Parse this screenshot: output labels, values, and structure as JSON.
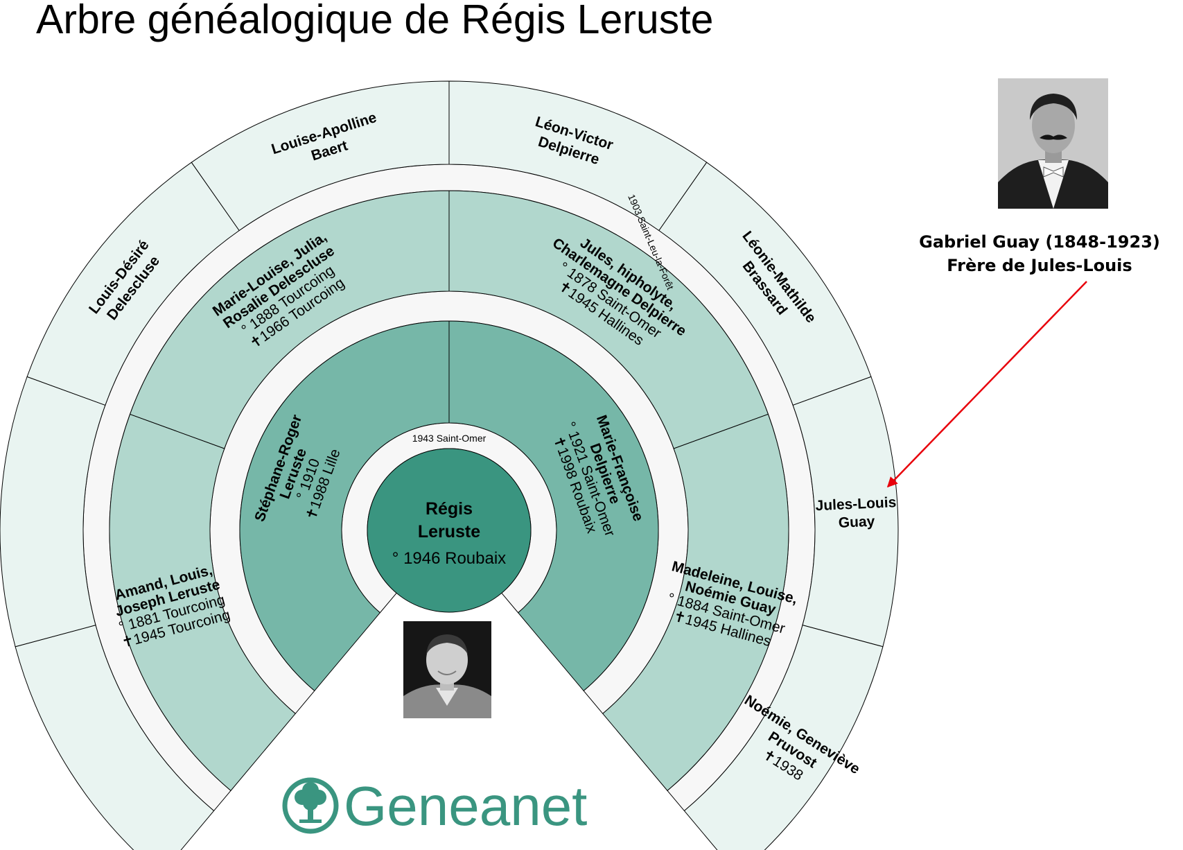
{
  "title": "Arbre généalogique de Régis Leruste",
  "colors": {
    "center": "#3a9580",
    "gen1": "#76b7a8",
    "gen2": "#b1d7cd",
    "gen3": "#e9f4f1",
    "gap_ring": "#f7f7f7",
    "outline": "#000000",
    "arrow": "#e8000b",
    "brand": "#3a9580"
  },
  "root": {
    "name_line1": "Régis",
    "name_line2": "Leruste",
    "birth": "° 1946 Roubaix"
  },
  "marriages": {
    "parents": "1943 Saint-Omer",
    "maternal_grandparents": "1903 Saint-Leu-la-Forêt"
  },
  "parents": [
    {
      "name_lines": [
        "Stéphane-Roger",
        "Leruste"
      ],
      "detail_lines": [
        "° 1910",
        "✝1988 Lille"
      ]
    },
    {
      "name_lines": [
        "Marie-Françoise",
        "Delpierre"
      ],
      "detail_lines": [
        "° 1921 Saint-Omer",
        "✝1998 Roubaix"
      ]
    }
  ],
  "grandparents": [
    {
      "name_lines": [
        "Amand, Louis,",
        "Joseph Leruste"
      ],
      "detail_lines": [
        "° 1881 Tourcoing",
        "✝1945 Tourcoing"
      ]
    },
    {
      "name_lines": [
        "Marie-Louise, Julia,",
        "Rosalie Delescluse"
      ],
      "detail_lines": [
        "° 1888 Tourcoing",
        "✝1966 Tourcoing"
      ]
    },
    {
      "name_lines": [
        "Jules, hipholyte,",
        "Charlemagne Delpierre"
      ],
      "detail_lines": [
        "° 1878 Saint-Omer",
        "✝1945 Hallines"
      ]
    },
    {
      "name_lines": [
        "Madeleine, Louise,",
        "Noémie Guay"
      ],
      "detail_lines": [
        "° 1884 Saint-Omer",
        "✝1945 Hallines"
      ]
    }
  ],
  "great_grandparents": [
    {
      "name_lines": [],
      "detail_lines": []
    },
    {
      "name_lines": [],
      "detail_lines": []
    },
    {
      "name_lines": [
        "Louis-Désiré",
        "Delescluse"
      ],
      "detail_lines": []
    },
    {
      "name_lines": [
        "Louise-Apolline",
        "Baert"
      ],
      "detail_lines": []
    },
    {
      "name_lines": [
        "Léon-Victor",
        "Delpierre"
      ],
      "detail_lines": []
    },
    {
      "name_lines": [
        "Léonie-Mathilde",
        "Brassard"
      ],
      "detail_lines": []
    },
    {
      "name_lines": [
        "Jules-Louis",
        "Guay"
      ],
      "detail_lines": []
    },
    {
      "name_lines": [
        "Noémie, Geneviève",
        "Pruvost"
      ],
      "detail_lines": [
        "✝1938"
      ]
    }
  ],
  "side_note": {
    "line1": "Gabriel Guay (1848-1923)",
    "line2": "Frère de Jules-Louis"
  },
  "logo": {
    "text": "Geneanet",
    "icon": "tree-icon"
  },
  "photos": {
    "root": "portrait-photo-icon",
    "relative": "portrait-photo-icon"
  }
}
